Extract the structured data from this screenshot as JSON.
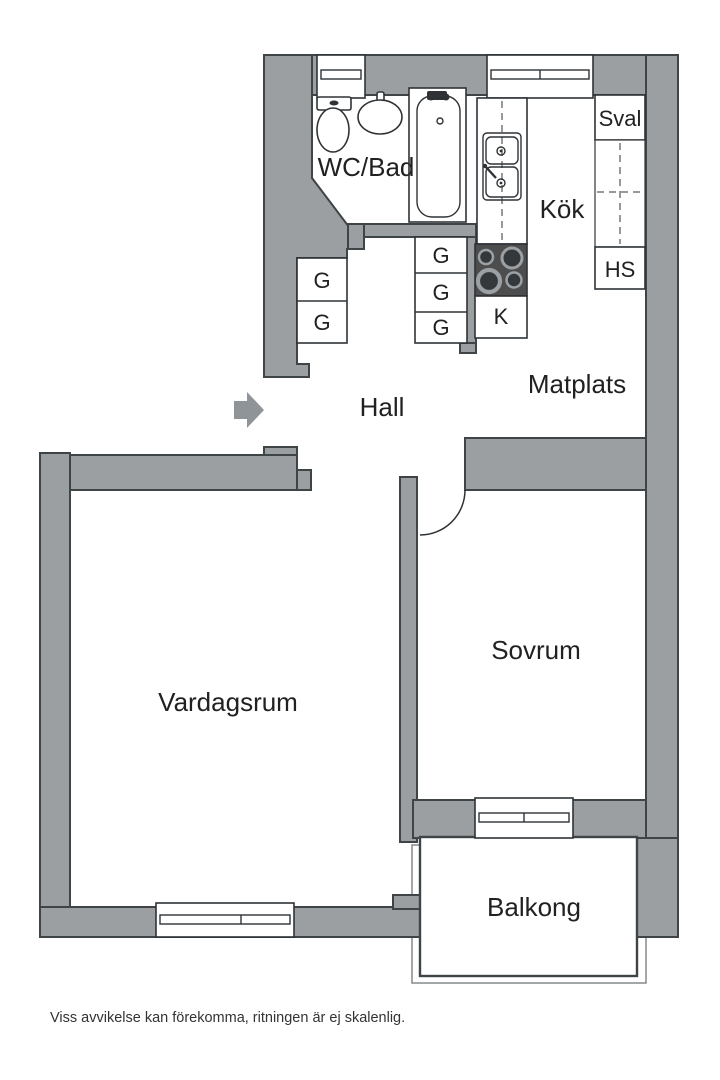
{
  "colors": {
    "wall": "#9b9fa2",
    "outline": "#3f4447",
    "fixture_line": "#2f3336",
    "stove": "#4d4d4d",
    "burner_ring": "#9aa0a3",
    "text": "#212121"
  },
  "rooms": [
    {
      "id": "wc-bad",
      "label": "WC/Bad"
    },
    {
      "id": "kok",
      "label": "Kök"
    },
    {
      "id": "matplats",
      "label": "Matplats"
    },
    {
      "id": "hall",
      "label": "Hall"
    },
    {
      "id": "sovrum",
      "label": "Sovrum"
    },
    {
      "id": "vardagsrum",
      "label": "Vardagsrum"
    },
    {
      "id": "balkong",
      "label": "Balkong"
    }
  ],
  "cabinets": [
    {
      "id": "sval",
      "label": "Sval"
    },
    {
      "id": "hs",
      "label": "HS"
    },
    {
      "id": "g-hall-1",
      "label": "G"
    },
    {
      "id": "g-hall-2",
      "label": "G"
    },
    {
      "id": "g-mid-1",
      "label": "G"
    },
    {
      "id": "g-mid-2",
      "label": "G"
    },
    {
      "id": "g-mid-3",
      "label": "G"
    },
    {
      "id": "k",
      "label": "K"
    }
  ],
  "footer": {
    "disclaimer": "Viss avvikelse kan förekomma, ritningen är ej skalenlig."
  }
}
